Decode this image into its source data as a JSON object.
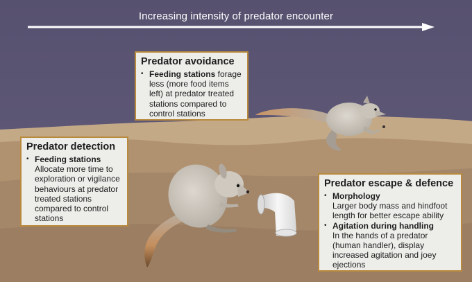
{
  "header": {
    "arrow_label": "Increasing intensity of predator encounter"
  },
  "boxes": {
    "avoidance": {
      "title": "Predator avoidance",
      "items": [
        {
          "head": "Feeding stations",
          "detail": " forage less (more food items left) at predator treated stations compared to control stations"
        }
      ]
    },
    "detection": {
      "title": "Predator detection",
      "items": [
        {
          "head": "Feeding stations",
          "detail": "Allocate more time to exploration or vigilance behaviours at predator treated stations compared to control stations"
        }
      ]
    },
    "escape": {
      "title": "Predator escape & defence",
      "items": [
        {
          "head": "Morphology",
          "detail": "Larger body mass and hindfoot length for better escape ability"
        },
        {
          "head": "Agitation during handling",
          "detail": "In the hands of a predator (human handler), display increased agitation and joey ejections"
        }
      ]
    }
  },
  "colors": {
    "sky": "#5c5675",
    "ground_far": "#c1a684",
    "ground_mid": "#ad8f6d",
    "ground_near": "#a08266",
    "box_border": "#b98a3e",
    "box_fill": "#ededea"
  },
  "icons": {
    "arrow": "right-arrow",
    "animal_1": "bettong-hopping",
    "animal_2": "bettong-sitting",
    "object": "pvc-pipe-elbow"
  }
}
